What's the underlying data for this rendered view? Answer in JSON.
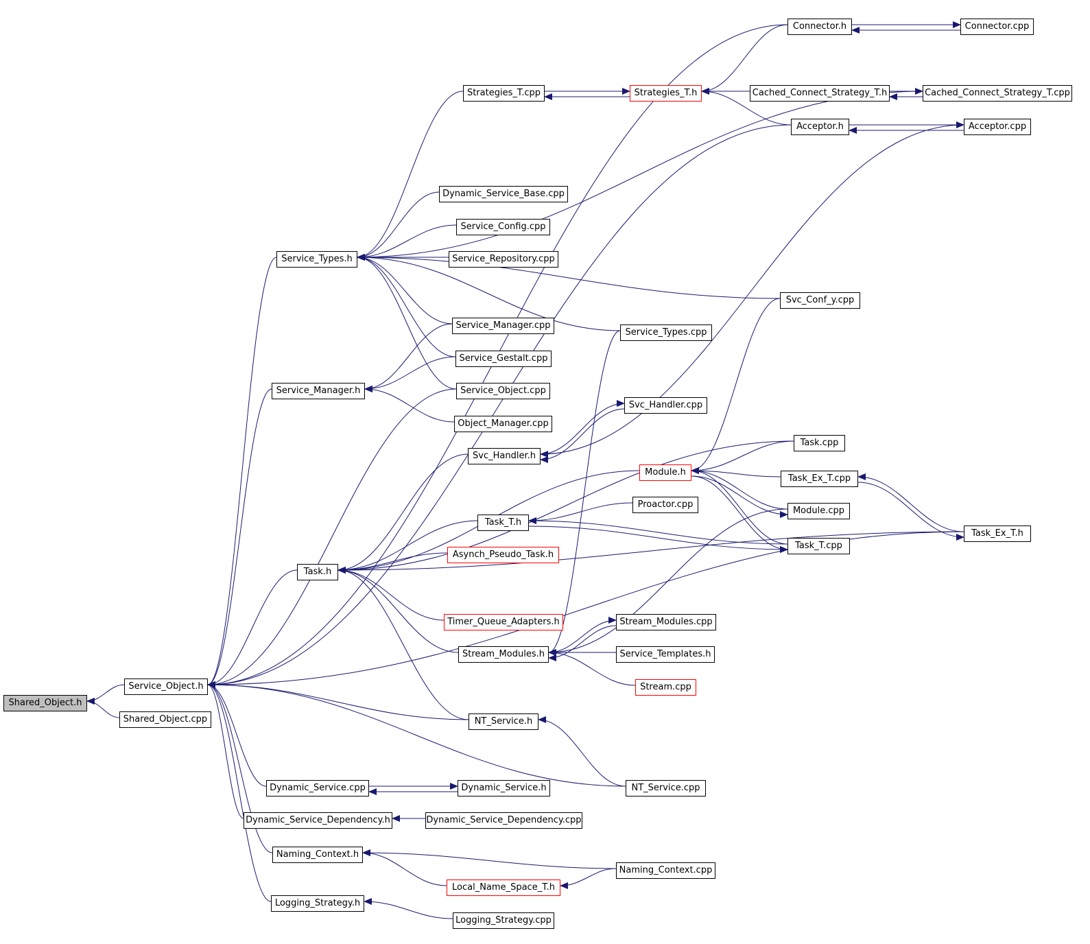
{
  "diagram": {
    "edge_color": "#191970",
    "nodes": [
      {
        "id": "n_shared_object_h",
        "label": "Shared_Object.h",
        "style": "root"
      },
      {
        "id": "n_service_object_h",
        "label": "Service_Object.h",
        "style": "normal"
      },
      {
        "id": "n_shared_object_cpp",
        "label": "Shared_Object.cpp",
        "style": "normal"
      },
      {
        "id": "n_connector_h",
        "label": "Connector.h",
        "style": "normal"
      },
      {
        "id": "n_connector_cpp",
        "label": "Connector.cpp",
        "style": "normal"
      },
      {
        "id": "n_strategies_t_cpp",
        "label": "Strategies_T.cpp",
        "style": "normal"
      },
      {
        "id": "n_strategies_t_h",
        "label": "Strategies_T.h",
        "style": "red"
      },
      {
        "id": "n_ccs_t_h",
        "label": "Cached_Connect_Strategy_T.h",
        "style": "normal"
      },
      {
        "id": "n_ccs_t_cpp",
        "label": "Cached_Connect_Strategy_T.cpp",
        "style": "normal"
      },
      {
        "id": "n_acceptor_h",
        "label": "Acceptor.h",
        "style": "normal"
      },
      {
        "id": "n_acceptor_cpp",
        "label": "Acceptor.cpp",
        "style": "normal"
      },
      {
        "id": "n_dsb_cpp",
        "label": "Dynamic_Service_Base.cpp",
        "style": "normal"
      },
      {
        "id": "n_service_config_cpp",
        "label": "Service_Config.cpp",
        "style": "normal"
      },
      {
        "id": "n_service_types_h",
        "label": "Service_Types.h",
        "style": "normal"
      },
      {
        "id": "n_service_repository_cpp",
        "label": "Service_Repository.cpp",
        "style": "normal"
      },
      {
        "id": "n_svc_conf_y_cpp",
        "label": "Svc_Conf_y.cpp",
        "style": "normal"
      },
      {
        "id": "n_service_manager_cpp",
        "label": "Service_Manager.cpp",
        "style": "normal"
      },
      {
        "id": "n_service_types_cpp",
        "label": "Service_Types.cpp",
        "style": "normal"
      },
      {
        "id": "n_service_gestalt_cpp",
        "label": "Service_Gestalt.cpp",
        "style": "normal"
      },
      {
        "id": "n_service_manager_h",
        "label": "Service_Manager.h",
        "style": "normal"
      },
      {
        "id": "n_service_object_cpp",
        "label": "Service_Object.cpp",
        "style": "normal"
      },
      {
        "id": "n_svc_handler_cpp",
        "label": "Svc_Handler.cpp",
        "style": "normal"
      },
      {
        "id": "n_object_manager_cpp",
        "label": "Object_Manager.cpp",
        "style": "normal"
      },
      {
        "id": "n_task_cpp",
        "label": "Task.cpp",
        "style": "normal"
      },
      {
        "id": "n_svc_handler_h",
        "label": "Svc_Handler.h",
        "style": "normal"
      },
      {
        "id": "n_module_h",
        "label": "Module.h",
        "style": "red"
      },
      {
        "id": "n_task_ex_t_cpp",
        "label": "Task_Ex_T.cpp",
        "style": "normal"
      },
      {
        "id": "n_proactor_cpp",
        "label": "Proactor.cpp",
        "style": "normal"
      },
      {
        "id": "n_module_cpp",
        "label": "Module.cpp",
        "style": "normal"
      },
      {
        "id": "n_task_t_h",
        "label": "Task_T.h",
        "style": "normal"
      },
      {
        "id": "n_task_ex_t_h",
        "label": "Task_Ex_T.h",
        "style": "normal"
      },
      {
        "id": "n_task_t_cpp",
        "label": "Task_T.cpp",
        "style": "normal"
      },
      {
        "id": "n_asynch_pseudo_task_h",
        "label": "Asynch_Pseudo_Task.h",
        "style": "red"
      },
      {
        "id": "n_task_h",
        "label": "Task.h",
        "style": "normal"
      },
      {
        "id": "n_timer_queue_adapters_h",
        "label": "Timer_Queue_Adapters.h",
        "style": "red"
      },
      {
        "id": "n_stream_modules_cpp",
        "label": "Stream_Modules.cpp",
        "style": "normal"
      },
      {
        "id": "n_stream_modules_h",
        "label": "Stream_Modules.h",
        "style": "normal"
      },
      {
        "id": "n_service_templates_h",
        "label": "Service_Templates.h",
        "style": "normal"
      },
      {
        "id": "n_stream_cpp",
        "label": "Stream.cpp",
        "style": "red"
      },
      {
        "id": "n_nt_service_h",
        "label": "NT_Service.h",
        "style": "normal"
      },
      {
        "id": "n_dynamic_service_cpp",
        "label": "Dynamic_Service.cpp",
        "style": "normal"
      },
      {
        "id": "n_dynamic_service_h",
        "label": "Dynamic_Service.h",
        "style": "normal"
      },
      {
        "id": "n_nt_service_cpp",
        "label": "NT_Service.cpp",
        "style": "normal"
      },
      {
        "id": "n_dsd_h",
        "label": "Dynamic_Service_Dependency.h",
        "style": "normal"
      },
      {
        "id": "n_dsd_cpp",
        "label": "Dynamic_Service_Dependency.cpp",
        "style": "normal"
      },
      {
        "id": "n_naming_context_h",
        "label": "Naming_Context.h",
        "style": "normal"
      },
      {
        "id": "n_naming_context_cpp",
        "label": "Naming_Context.cpp",
        "style": "normal"
      },
      {
        "id": "n_local_name_space_t_h",
        "label": "Local_Name_Space_T.h",
        "style": "red"
      },
      {
        "id": "n_logging_strategy_h",
        "label": "Logging_Strategy.h",
        "style": "normal"
      },
      {
        "id": "n_logging_strategy_cpp",
        "label": "Logging_Strategy.cpp",
        "style": "normal"
      }
    ],
    "edges": [
      {
        "from": "n_service_object_h",
        "to": "n_shared_object_h"
      },
      {
        "from": "n_shared_object_cpp",
        "to": "n_shared_object_h"
      },
      {
        "from": "n_connector_h",
        "to": "n_service_object_h"
      },
      {
        "from": "n_acceptor_h",
        "to": "n_service_object_h"
      },
      {
        "from": "n_service_types_h",
        "to": "n_service_object_h"
      },
      {
        "from": "n_service_manager_h",
        "to": "n_service_object_h"
      },
      {
        "from": "n_service_object_cpp",
        "to": "n_service_object_h"
      },
      {
        "from": "n_task_h",
        "to": "n_service_object_h"
      },
      {
        "from": "n_nt_service_h",
        "to": "n_service_object_h"
      },
      {
        "from": "n_nt_service_cpp",
        "to": "n_service_object_h"
      },
      {
        "from": "n_task_ex_t_h",
        "to": "n_service_object_h"
      },
      {
        "from": "n_dynamic_service_cpp",
        "to": "n_service_object_h"
      },
      {
        "from": "n_dsd_h",
        "to": "n_service_object_h"
      },
      {
        "from": "n_naming_context_h",
        "to": "n_service_object_h"
      },
      {
        "from": "n_logging_strategy_h",
        "to": "n_service_object_h"
      },
      {
        "from": "n_connector_h",
        "to": "n_connector_cpp"
      },
      {
        "from": "n_connector_cpp",
        "to": "n_connector_h"
      },
      {
        "from": "n_connector_h",
        "to": "n_strategies_t_h"
      },
      {
        "from": "n_strategies_t_cpp",
        "to": "n_strategies_t_h"
      },
      {
        "from": "n_strategies_t_h",
        "to": "n_strategies_t_cpp"
      },
      {
        "from": "n_ccs_t_h",
        "to": "n_strategies_t_h"
      },
      {
        "from": "n_acceptor_h",
        "to": "n_strategies_t_h"
      },
      {
        "from": "n_ccs_t_h",
        "to": "n_ccs_t_cpp"
      },
      {
        "from": "n_ccs_t_cpp",
        "to": "n_ccs_t_h"
      },
      {
        "from": "n_acceptor_h",
        "to": "n_acceptor_cpp"
      },
      {
        "from": "n_acceptor_cpp",
        "to": "n_acceptor_h"
      },
      {
        "from": "n_ccs_t_cpp",
        "to": "n_service_types_h"
      },
      {
        "from": "n_strategies_t_cpp",
        "to": "n_service_types_h"
      },
      {
        "from": "n_dsb_cpp",
        "to": "n_service_types_h"
      },
      {
        "from": "n_service_config_cpp",
        "to": "n_service_types_h"
      },
      {
        "from": "n_service_repository_cpp",
        "to": "n_service_types_h"
      },
      {
        "from": "n_service_types_cpp",
        "to": "n_service_types_h"
      },
      {
        "from": "n_service_manager_cpp",
        "to": "n_service_types_h"
      },
      {
        "from": "n_service_gestalt_cpp",
        "to": "n_service_types_h"
      },
      {
        "from": "n_service_object_cpp",
        "to": "n_service_types_h"
      },
      {
        "from": "n_svc_conf_y_cpp",
        "to": "n_service_types_h"
      },
      {
        "from": "n_service_manager_cpp",
        "to": "n_service_manager_h"
      },
      {
        "from": "n_service_gestalt_cpp",
        "to": "n_service_manager_h"
      },
      {
        "from": "n_object_manager_cpp",
        "to": "n_service_manager_h"
      },
      {
        "from": "n_svc_handler_h",
        "to": "n_svc_handler_cpp"
      },
      {
        "from": "n_svc_handler_cpp",
        "to": "n_svc_handler_h"
      },
      {
        "from": "n_acceptor_cpp",
        "to": "n_svc_handler_h"
      },
      {
        "from": "n_svc_handler_h",
        "to": "n_task_h"
      },
      {
        "from": "n_task_cpp",
        "to": "n_task_h"
      },
      {
        "from": "n_task_t_h",
        "to": "n_task_h"
      },
      {
        "from": "n_module_h",
        "to": "n_task_h"
      },
      {
        "from": "n_asynch_pseudo_task_h",
        "to": "n_task_h"
      },
      {
        "from": "n_task_ex_t_h",
        "to": "n_task_h"
      },
      {
        "from": "n_timer_queue_adapters_h",
        "to": "n_task_h"
      },
      {
        "from": "n_stream_modules_h",
        "to": "n_task_h"
      },
      {
        "from": "n_nt_service_h",
        "to": "n_task_h"
      },
      {
        "from": "n_task_cpp",
        "to": "n_module_h"
      },
      {
        "from": "n_task_ex_t_cpp",
        "to": "n_module_h"
      },
      {
        "from": "n_module_cpp",
        "to": "n_module_h"
      },
      {
        "from": "n_task_t_cpp",
        "to": "n_module_h"
      },
      {
        "from": "n_svc_conf_y_cpp",
        "to": "n_module_h"
      },
      {
        "from": "n_module_h",
        "to": "n_module_cpp"
      },
      {
        "from": "n_module_h",
        "to": "n_task_t_cpp"
      },
      {
        "from": "n_proactor_cpp",
        "to": "n_task_t_h"
      },
      {
        "from": "n_task_t_cpp",
        "to": "n_task_t_h"
      },
      {
        "from": "n_task_t_h",
        "to": "n_task_t_cpp"
      },
      {
        "from": "n_task_ex_t_h",
        "to": "n_task_ex_t_cpp"
      },
      {
        "from": "n_task_ex_t_cpp",
        "to": "n_task_ex_t_h"
      },
      {
        "from": "n_stream_modules_h",
        "to": "n_stream_modules_cpp"
      },
      {
        "from": "n_stream_modules_cpp",
        "to": "n_stream_modules_h"
      },
      {
        "from": "n_service_templates_h",
        "to": "n_stream_modules_h"
      },
      {
        "from": "n_stream_cpp",
        "to": "n_stream_modules_h"
      },
      {
        "from": "n_service_types_cpp",
        "to": "n_stream_modules_h"
      },
      {
        "from": "n_module_cpp",
        "to": "n_stream_modules_h"
      },
      {
        "from": "n_nt_service_cpp",
        "to": "n_nt_service_h"
      },
      {
        "from": "n_dynamic_service_cpp",
        "to": "n_dynamic_service_h"
      },
      {
        "from": "n_dynamic_service_h",
        "to": "n_dynamic_service_cpp"
      },
      {
        "from": "n_dsd_cpp",
        "to": "n_dsd_h"
      },
      {
        "from": "n_naming_context_cpp",
        "to": "n_naming_context_h"
      },
      {
        "from": "n_local_name_space_t_h",
        "to": "n_naming_context_h"
      },
      {
        "from": "n_naming_context_cpp",
        "to": "n_local_name_space_t_h"
      },
      {
        "from": "n_logging_strategy_cpp",
        "to": "n_logging_strategy_h"
      }
    ]
  }
}
